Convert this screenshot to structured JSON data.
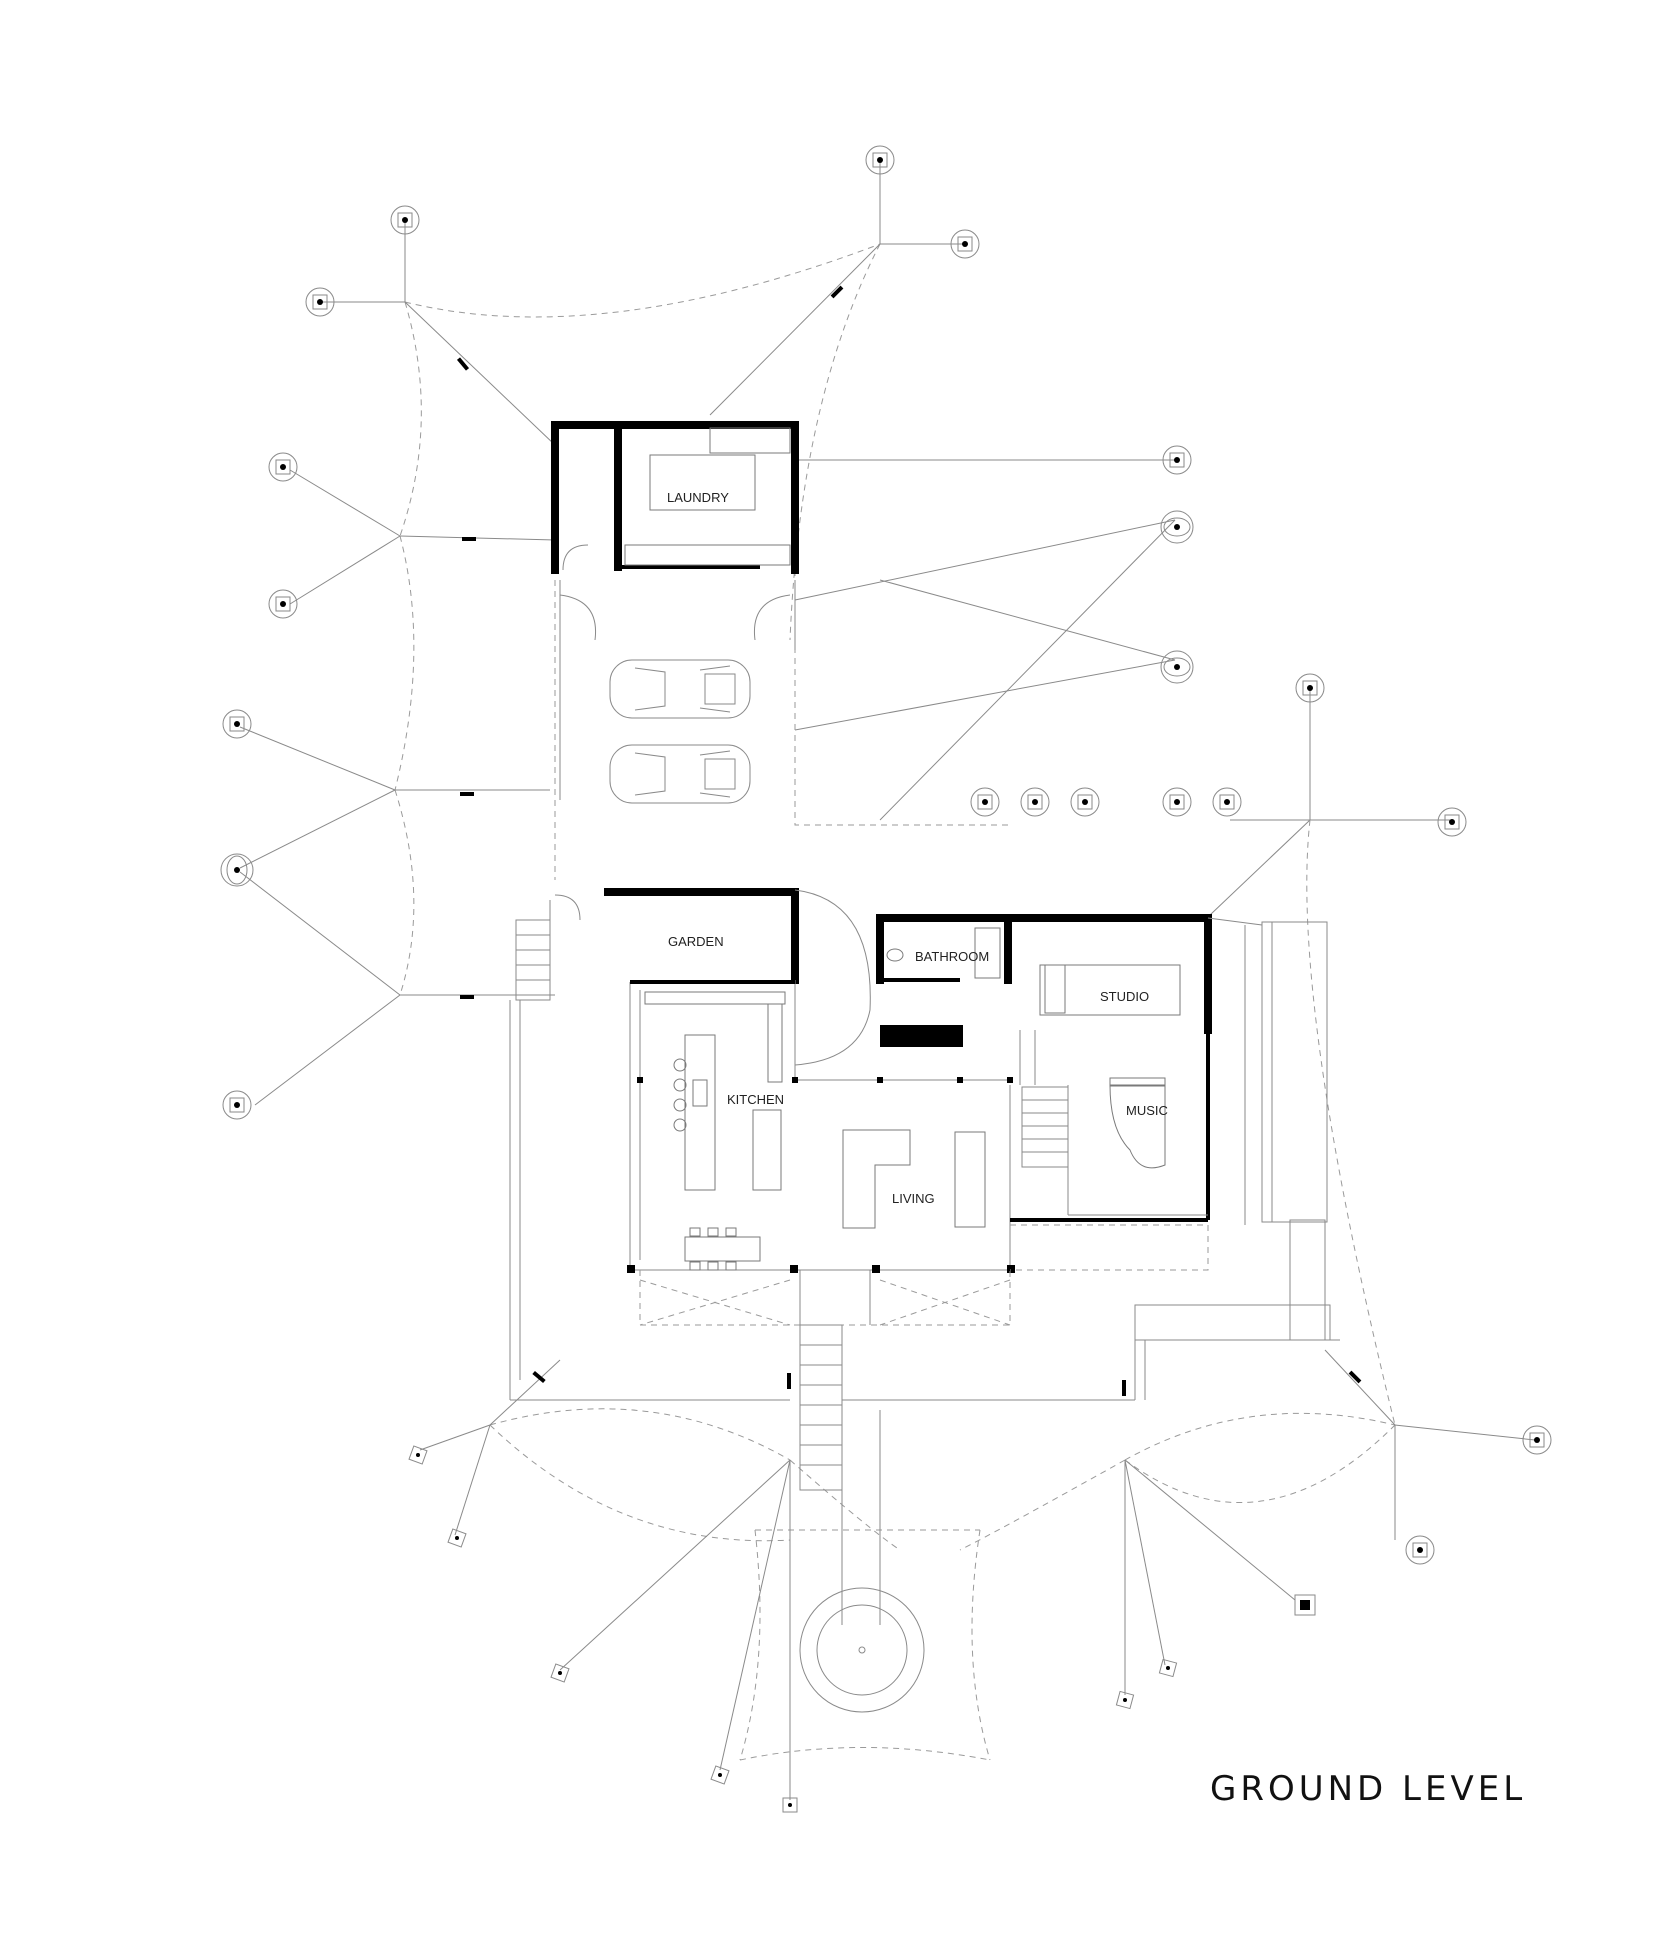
{
  "title": "GROUND LEVEL",
  "rooms": {
    "laundry": "LAUNDRY",
    "garden": "GARDEN",
    "bathroom": "BATHROOM",
    "studio": "STUDIO",
    "kitchen": "KITCHEN",
    "living": "LIVING",
    "music": "MUSIC"
  }
}
